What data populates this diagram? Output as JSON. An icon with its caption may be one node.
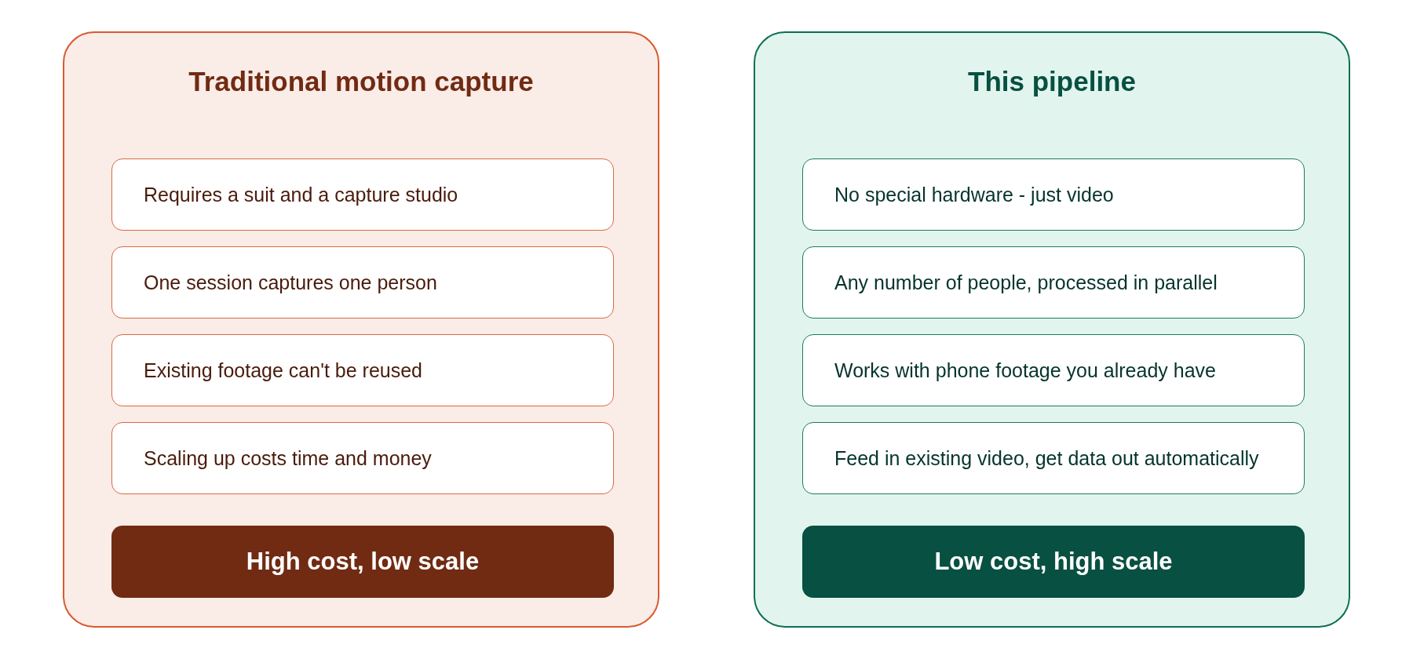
{
  "diagram": {
    "nodes": [
      {
        "text": [
          "Traditional motion capture"
        ]
      },
      {
        "text": [
          "Requires a suit and a capture studio"
        ],
        "in": 0
      },
      {
        "text": [
          "One session captures one person"
        ],
        "in": 0
      },
      {
        "text": [
          "Existing footage can't be reused"
        ],
        "in": 0
      },
      {
        "text": [
          "Scaling up costs time and money"
        ],
        "in": 0
      },
      {
        "text": [
          "High cost, low scale"
        ],
        "in": 0
      },
      {
        "text": [
          "This pipeline"
        ]
      },
      {
        "text": [
          "No special hardware - just video"
        ],
        "in": 6
      },
      {
        "text": [
          "Any number of people, processed in parallel"
        ],
        "in": 6
      },
      {
        "text": [
          "Works with phone footage you already have"
        ],
        "in": 6
      },
      {
        "text": [
          "Feed in existing video, get data out automatically"
        ],
        "in": 6
      },
      {
        "text": [
          "Low cost, high scale"
        ],
        "in": 6
      }
    ]
  }
}
